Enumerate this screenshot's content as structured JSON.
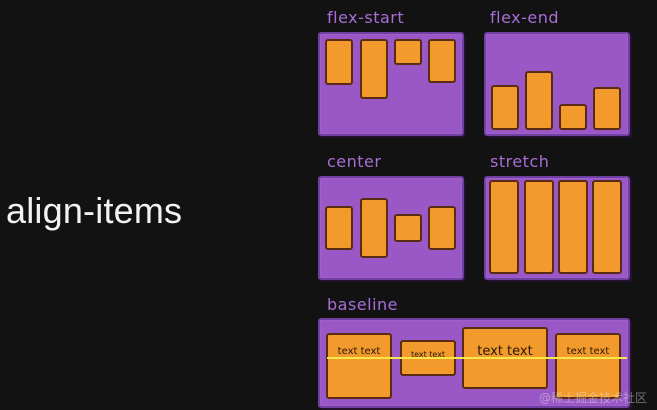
{
  "title": "align-items",
  "panels": {
    "flex_start": {
      "label": "flex-start"
    },
    "flex_end": {
      "label": "flex-end"
    },
    "center": {
      "label": "center"
    },
    "stretch": {
      "label": "stretch"
    },
    "baseline": {
      "label": "baseline",
      "items": [
        "text text",
        "text text",
        "text text",
        "text text"
      ]
    }
  },
  "watermark": "@稀土掘金技术社区",
  "colors": {
    "background": "#121212",
    "panel": "#9a58c7",
    "panel_border": "#6f3fa1",
    "item": "#f29b2c",
    "item_border": "#5a2b12",
    "label": "#a86dd6",
    "baseline_line": "#f7e64a",
    "title": "#f2f2f2"
  }
}
